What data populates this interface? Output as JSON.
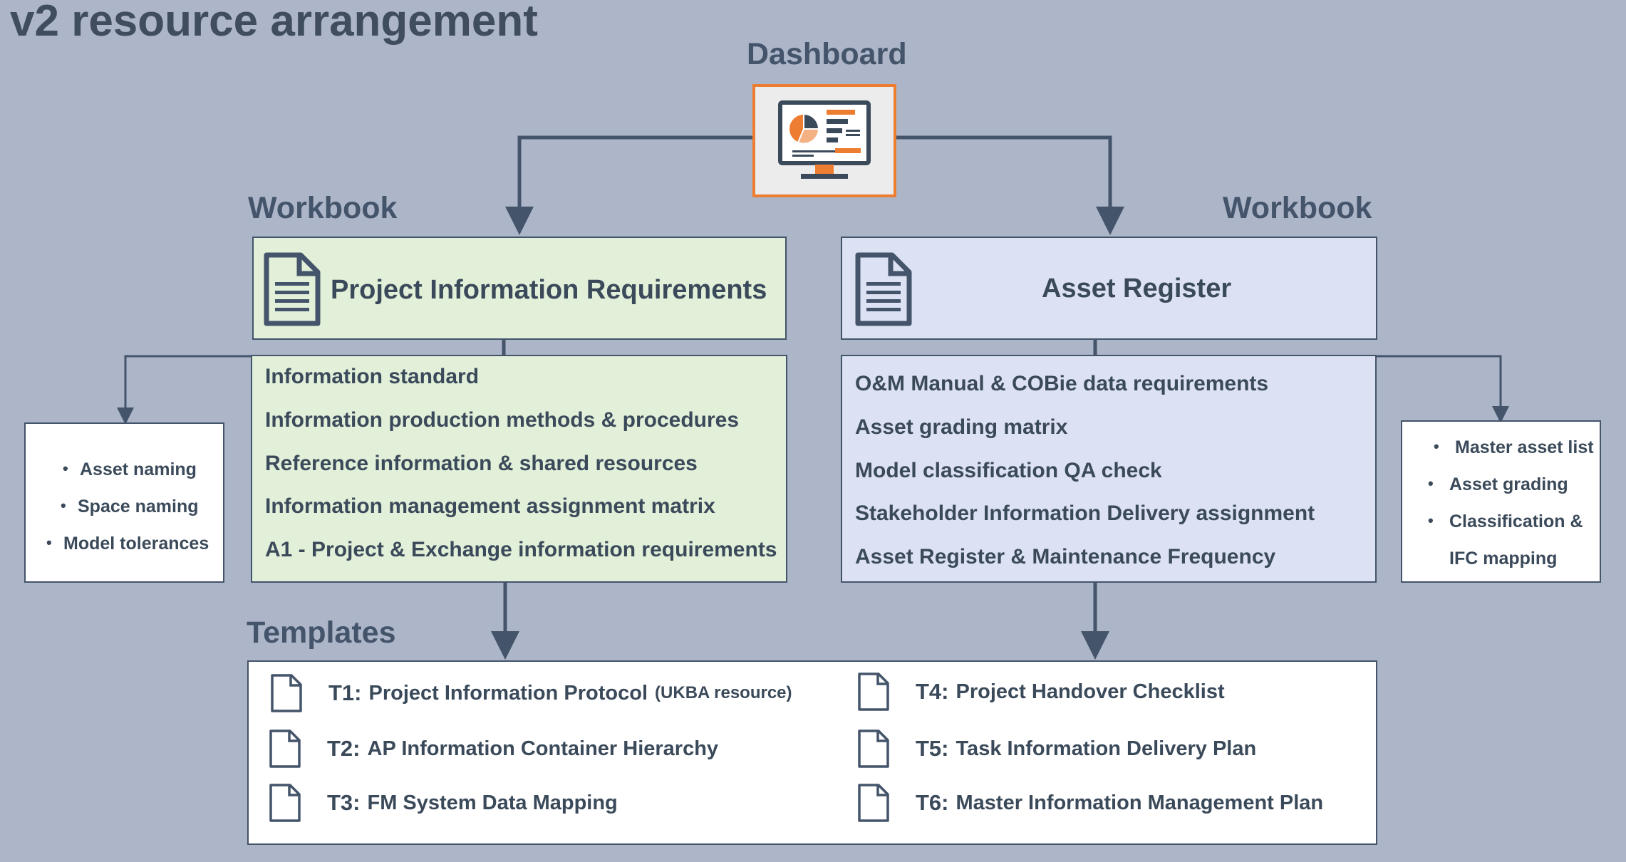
{
  "title": "v2 resource arrangement",
  "dashboard": {
    "label": "Dashboard",
    "icon": "monitor-chart-icon"
  },
  "workbooks": {
    "left": {
      "heading": "Workbook",
      "title": "Project Information Requirements",
      "icon": "document-icon",
      "items": [
        "Information standard",
        "Information production methods & procedures",
        "Reference information & shared resources",
        "Information management assignment matrix",
        "A1 - Project & Exchange information requirements"
      ],
      "side_items": [
        "Asset naming",
        "Space naming",
        "Model tolerances"
      ]
    },
    "right": {
      "heading": "Workbook",
      "title": "Asset Register",
      "icon": "document-icon",
      "items": [
        "O&M Manual & COBie data requirements",
        "Asset grading matrix",
        "Model classification QA check",
        "Stakeholder Information Delivery assignment",
        "Asset Register & Maintenance Frequency"
      ],
      "side_items": [
        "Master asset list",
        "Asset grading",
        "Classification &",
        "IFC mapping"
      ]
    }
  },
  "templates": {
    "heading": "Templates",
    "items": [
      {
        "code": "T1:",
        "name": "Project Information Protocol",
        "note": "(UKBA resource)"
      },
      {
        "code": "T2:",
        "name": "AP Information Container Hierarchy",
        "note": ""
      },
      {
        "code": "T3:",
        "name": "FM System Data Mapping",
        "note": ""
      },
      {
        "code": "T4:",
        "name": "Project Handover Checklist",
        "note": ""
      },
      {
        "code": "T5:",
        "name": "Task Information Delivery Plan",
        "note": ""
      },
      {
        "code": "T6:",
        "name": "Master Information Management Plan",
        "note": ""
      }
    ]
  },
  "colors": {
    "background": "#adb6c9",
    "accent_orange": "#ed7d31",
    "connector": "#44546a",
    "left_box": "#e2efd9",
    "right_box": "#dce2f4"
  }
}
